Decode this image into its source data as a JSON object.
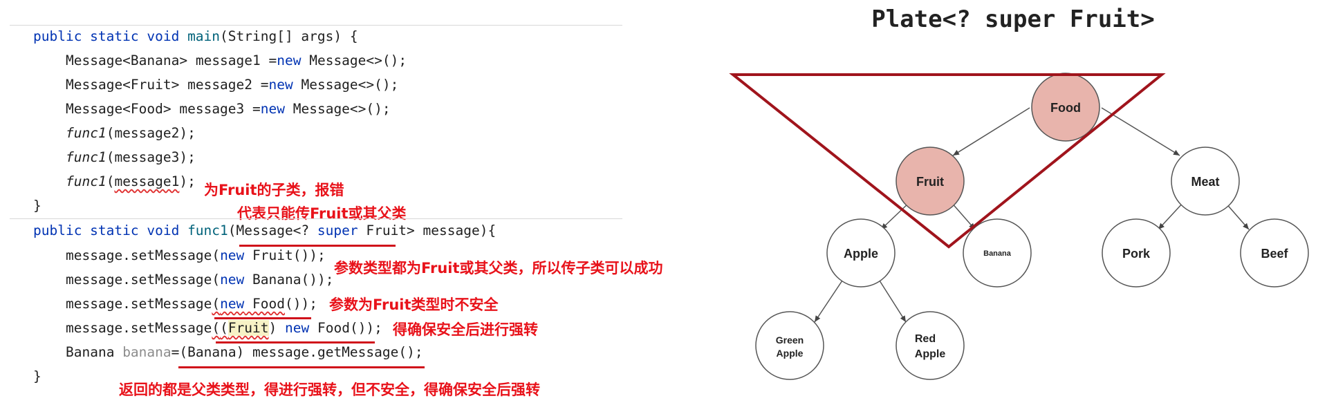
{
  "code": {
    "main_sig": [
      "public static void ",
      "main",
      "(String[] args) {"
    ],
    "main_body": [
      [
        "Message<Banana> message1 =",
        "new",
        " Message<>();"
      ],
      [
        "Message<Fruit> message2 =",
        "new",
        " Message<>();"
      ],
      [
        "Message<Food> message3 =",
        "new",
        " Message<>();"
      ]
    ],
    "calls": [
      [
        "func1",
        "(message2);"
      ],
      [
        "func1",
        "(message3);"
      ],
      [
        "func1",
        "(",
        "message1",
        ");"
      ]
    ],
    "close": "}",
    "func1_sig": [
      "public static void ",
      "func1",
      "(Message<? ",
      "super",
      " Fruit> message){"
    ],
    "body": {
      "l1": [
        "message.setMessage(",
        "new",
        " Fruit());"
      ],
      "l2": [
        "message.setMessage(",
        "new",
        " Banana());"
      ],
      "l3": [
        "message.setMessage",
        "(",
        "new",
        " Food",
        "());"
      ],
      "l4": [
        "message.setMessage",
        "(",
        "(",
        "Fruit",
        ") ",
        "new",
        " Food());"
      ],
      "l5": [
        "Banana ",
        "banana",
        "=(Banana) message.getMessage();"
      ]
    }
  },
  "notes": {
    "n1": "为Fruit的子类，报错",
    "n2": "代表只能传Fruit或其父类",
    "n3": "参数类型都为Fruit或其父类，所以传子类可以成功",
    "n4": "参数为Fruit类型时不安全",
    "n5": "得确保安全后进行强转",
    "n6": "返回的都是父类类型，得进行强转，但不安全，得确保安全后强转"
  },
  "diagram": {
    "title": "Plate<? super Fruit>",
    "nodes": {
      "food": "Food",
      "fruit": "Fruit",
      "meat": "Meat",
      "apple": "Apple",
      "banana": "Banana",
      "pork": "Pork",
      "beef": "Beef",
      "green_apple_1": "Green",
      "green_apple_2": "Apple",
      "red_apple_1": "Red",
      "red_apple_2": "Apple"
    },
    "colors": {
      "highlight_fill": "#e8b4ac",
      "triangle": "#a0141c",
      "note_red": "#e8121a"
    }
  }
}
